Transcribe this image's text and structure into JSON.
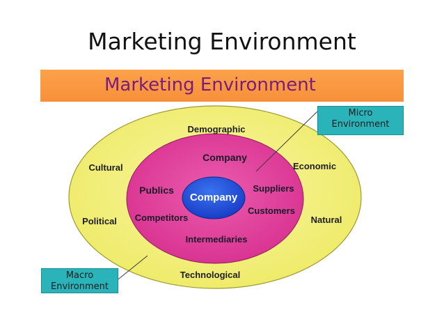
{
  "slide": {
    "title": "Marketing Environment"
  },
  "banner": {
    "title": "Marketing Environment"
  },
  "diagram": {
    "outer_ring": [
      "Demographic",
      "Cultural",
      "Economic",
      "Political",
      "Natural",
      "Technological"
    ],
    "inner_ring": [
      "Company",
      "Publics",
      "Suppliers",
      "Customers",
      "Competitors",
      "Intermediaries"
    ],
    "core": "Company"
  },
  "callouts": {
    "micro": [
      "Micro",
      "Environment"
    ],
    "macro": [
      "Macro",
      "Environment"
    ]
  },
  "colors": {
    "banner": "#f7903a",
    "banner_text": "#7a1b7e",
    "outer_ring": "#f2f07a",
    "inner_ring": "#e0409a",
    "core": "#1f4fd6",
    "callout": "#2ab3b9"
  }
}
